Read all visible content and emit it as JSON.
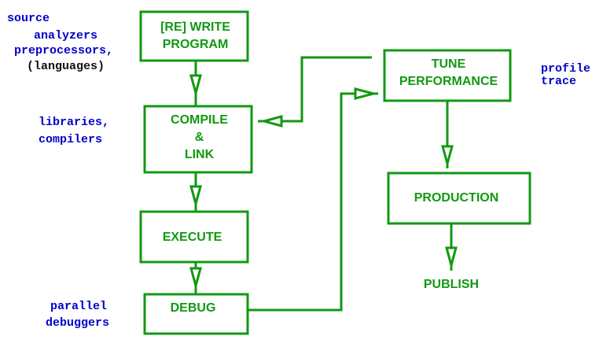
{
  "diagram": {
    "title": "Program development cycle",
    "colors": {
      "box": "#119911",
      "note": "#0000cc",
      "note_alt": "#111111",
      "background": "#ffffff"
    },
    "nodes": [
      {
        "id": "write",
        "lines": [
          "[RE] WRITE",
          "PROGRAM"
        ]
      },
      {
        "id": "compile",
        "lines": [
          "COMPILE",
          "&",
          "LINK"
        ]
      },
      {
        "id": "execute",
        "lines": [
          "EXECUTE"
        ]
      },
      {
        "id": "debug",
        "lines": [
          "DEBUG"
        ]
      },
      {
        "id": "tune",
        "lines": [
          "TUNE",
          "PERFORMANCE"
        ]
      },
      {
        "id": "production",
        "lines": [
          "PRODUCTION"
        ]
      },
      {
        "id": "publish",
        "lines": [
          "PUBLISH"
        ]
      }
    ],
    "edges": [
      {
        "from": "write",
        "to": "compile"
      },
      {
        "from": "compile",
        "to": "execute"
      },
      {
        "from": "execute",
        "to": "debug"
      },
      {
        "from": "debug",
        "to": "tune"
      },
      {
        "from": "tune",
        "to": "compile"
      },
      {
        "from": "tune",
        "to": "production"
      },
      {
        "from": "production",
        "to": "publish"
      }
    ],
    "notes": {
      "source": "source",
      "analyzers": "analyzers",
      "preprocessors": "preprocessors,",
      "languages": "(languages)",
      "libraries": "libraries,",
      "compilers": "compilers",
      "parallel": "parallel",
      "debuggers": "debuggers",
      "profile": "profile",
      "trace": "trace"
    }
  }
}
